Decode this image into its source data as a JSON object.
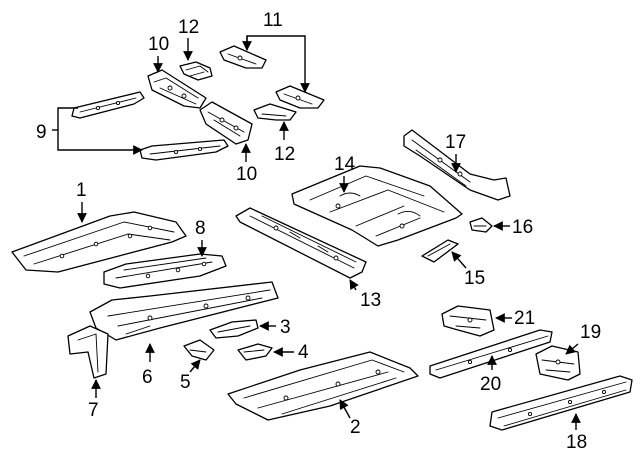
{
  "callouts": {
    "c1": "1",
    "c2": "2",
    "c3": "3",
    "c4": "4",
    "c5": "5",
    "c6": "6",
    "c7": "7",
    "c8": "8",
    "c9": "9",
    "c10a": "10",
    "c10b": "10",
    "c11": "11",
    "c12a": "12",
    "c12b": "12",
    "c13": "13",
    "c14": "14",
    "c15": "15",
    "c16": "16",
    "c17": "17",
    "c18": "18",
    "c19": "19",
    "c20": "20",
    "c21": "21"
  }
}
